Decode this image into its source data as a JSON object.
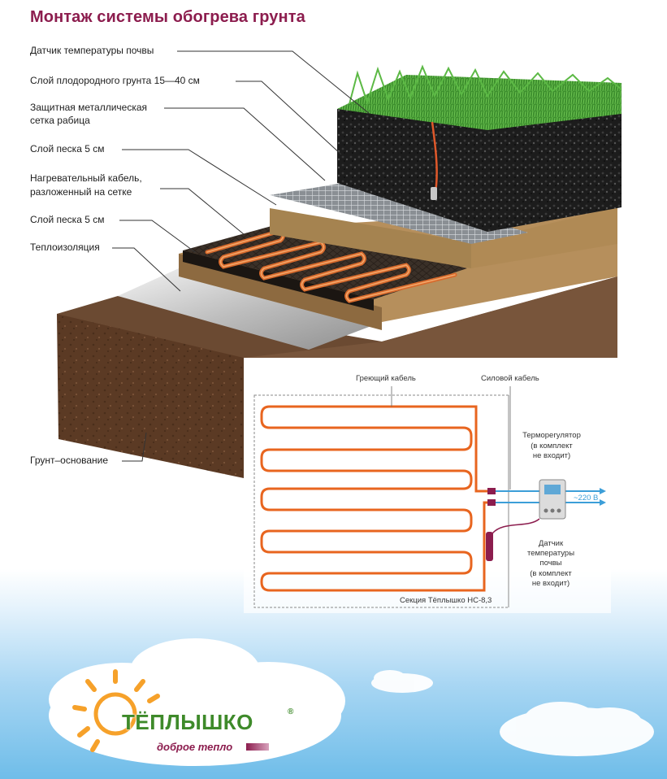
{
  "title": "Монтаж системы обогрева грунта",
  "layers": {
    "soil_sensor": "Датчик температуры почвы",
    "fertile_soil": "Слой плодородного грунта 15—40 см",
    "mesh_line1": "Защитная металлическая",
    "mesh_line2": "сетка рабица",
    "sand_top": "Слой песка 5 см",
    "cable_line1": "Нагревательный кабель,",
    "cable_line2": "разложенный на сетке",
    "sand_bottom": "Слой песка 5 см",
    "insulation": "Теплоизоляция",
    "base_soil": "Грунт–основание"
  },
  "scheme": {
    "heating_cable": "Греющий кабель",
    "power_cable": "Силовой кабель",
    "thermostat_line1": "Терморегулятор",
    "thermostat_line2": "(в комплект",
    "thermostat_line3": "не входит)",
    "voltage": "~220 В",
    "sensor_line1": "Датчик",
    "sensor_line2": "температуры",
    "sensor_line3": "почвы",
    "sensor_line4": "(в комплект",
    "sensor_line5": "не входит)",
    "section": "Секция Тёплышко НС-8,3"
  },
  "logo": {
    "brand": "ТЁПЛЫШКО",
    "registered": "®",
    "slogan": "доброе тепло"
  },
  "colors": {
    "title": "#8c1d4e",
    "cable": "#e8651f",
    "power_line": "#3c9ed8",
    "brand_green": "#3e8a2a",
    "sun": "#f6a12a"
  },
  "icons": [
    "thermostat-icon",
    "soil-sensor-icon",
    "sun-icon"
  ]
}
